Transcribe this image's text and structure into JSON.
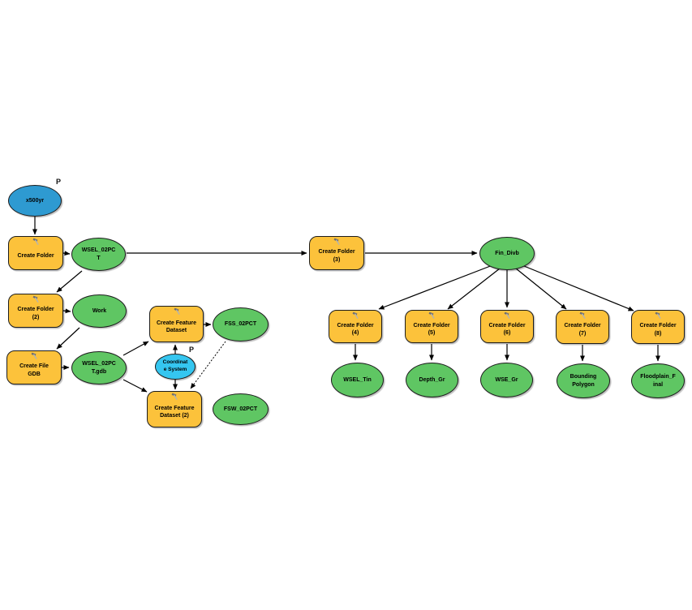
{
  "diagram": {
    "kind": "geoprocessing-model-flowchart",
    "colors": {
      "tool_fill": "#FCC23B",
      "derived_data_fill": "#5FC663",
      "input_variable_fill": "#2E9AD1",
      "parameter_variable_fill": "#35C6F0",
      "node_border": "#1c1c1c",
      "connector": "#000000",
      "background": "#ffffff"
    }
  },
  "nodes": [
    {
      "id": "x500yr",
      "type": "input-variable",
      "label": "x500yr",
      "param_label": "P"
    },
    {
      "id": "create-folder",
      "type": "tool",
      "label": "Create Folder"
    },
    {
      "id": "wsel-02pct",
      "type": "derived-data",
      "label": "WSEL_02PC\nT"
    },
    {
      "id": "create-folder-2",
      "type": "tool",
      "label": "Create Folder\n(2)"
    },
    {
      "id": "work",
      "type": "derived-data",
      "label": "Work"
    },
    {
      "id": "create-file-gdb",
      "type": "tool",
      "label": "Create File\nGDB"
    },
    {
      "id": "wsel-02pct-gdb",
      "type": "derived-data",
      "label": "WSEL_02PC\nT.gdb"
    },
    {
      "id": "create-feature-dataset",
      "type": "tool",
      "label": "Create Feature\nDataset"
    },
    {
      "id": "fss-02pct",
      "type": "derived-data",
      "label": "FSS_02PCT"
    },
    {
      "id": "coordinate-system",
      "type": "parameter-variable",
      "label": "Coordinat\ne System",
      "param_label": "P"
    },
    {
      "id": "create-feature-dataset-2",
      "type": "tool",
      "label": "Create Feature\nDataset (2)"
    },
    {
      "id": "fsw-02pct",
      "type": "derived-data",
      "label": "FSW_02PCT"
    },
    {
      "id": "create-folder-3",
      "type": "tool",
      "label": "Create Folder\n(3)"
    },
    {
      "id": "fin-divb",
      "type": "derived-data",
      "label": "Fin_Divb"
    },
    {
      "id": "create-folder-4",
      "type": "tool",
      "label": "Create Folder\n(4)"
    },
    {
      "id": "create-folder-5",
      "type": "tool",
      "label": "Create Folder\n(5)"
    },
    {
      "id": "create-folder-6",
      "type": "tool",
      "label": "Create Folder\n(6)"
    },
    {
      "id": "create-folder-7",
      "type": "tool",
      "label": "Create Folder\n(7)"
    },
    {
      "id": "create-folder-8",
      "type": "tool",
      "label": "Create Folder\n(8)"
    },
    {
      "id": "wsel-tin",
      "type": "derived-data",
      "label": "WSEL_Tin"
    },
    {
      "id": "depth-gr",
      "type": "derived-data",
      "label": "Depth_Gr"
    },
    {
      "id": "wse-gr",
      "type": "derived-data",
      "label": "WSE_Gr"
    },
    {
      "id": "bounding-polygon",
      "type": "derived-data",
      "label": "Bounding\nPolygon"
    },
    {
      "id": "floodplain-final",
      "type": "derived-data",
      "label": "Floodplain_F\ninal"
    }
  ],
  "edges": [
    {
      "from": "x500yr",
      "to": "create-folder",
      "style": "solid"
    },
    {
      "from": "create-folder",
      "to": "wsel-02pct",
      "style": "solid"
    },
    {
      "from": "wsel-02pct",
      "to": "create-folder-2",
      "style": "solid"
    },
    {
      "from": "create-folder-2",
      "to": "work",
      "style": "solid"
    },
    {
      "from": "work",
      "to": "create-file-gdb",
      "style": "solid"
    },
    {
      "from": "create-file-gdb",
      "to": "wsel-02pct-gdb",
      "style": "solid"
    },
    {
      "from": "wsel-02pct-gdb",
      "to": "create-feature-dataset",
      "style": "solid"
    },
    {
      "from": "wsel-02pct-gdb",
      "to": "create-feature-dataset-2",
      "style": "solid"
    },
    {
      "from": "create-feature-dataset",
      "to": "fss-02pct",
      "style": "solid"
    },
    {
      "from": "coordinate-system",
      "to": "create-feature-dataset",
      "style": "solid"
    },
    {
      "from": "coordinate-system",
      "to": "create-feature-dataset-2",
      "style": "solid"
    },
    {
      "from": "fss-02pct",
      "to": "create-feature-dataset-2",
      "style": "dotted"
    },
    {
      "from": "wsel-02pct",
      "to": "create-folder-3",
      "style": "solid"
    },
    {
      "from": "create-folder-3",
      "to": "fin-divb",
      "style": "solid"
    },
    {
      "from": "fin-divb",
      "to": "create-folder-4",
      "style": "solid"
    },
    {
      "from": "fin-divb",
      "to": "create-folder-5",
      "style": "solid"
    },
    {
      "from": "fin-divb",
      "to": "create-folder-6",
      "style": "solid"
    },
    {
      "from": "fin-divb",
      "to": "create-folder-7",
      "style": "solid"
    },
    {
      "from": "fin-divb",
      "to": "create-folder-8",
      "style": "solid"
    },
    {
      "from": "create-folder-4",
      "to": "wsel-tin",
      "style": "solid"
    },
    {
      "from": "create-folder-5",
      "to": "depth-gr",
      "style": "solid"
    },
    {
      "from": "create-folder-6",
      "to": "wse-gr",
      "style": "solid"
    },
    {
      "from": "create-folder-7",
      "to": "bounding-polygon",
      "style": "solid"
    },
    {
      "from": "create-folder-8",
      "to": "floodplain-final",
      "style": "solid"
    }
  ]
}
